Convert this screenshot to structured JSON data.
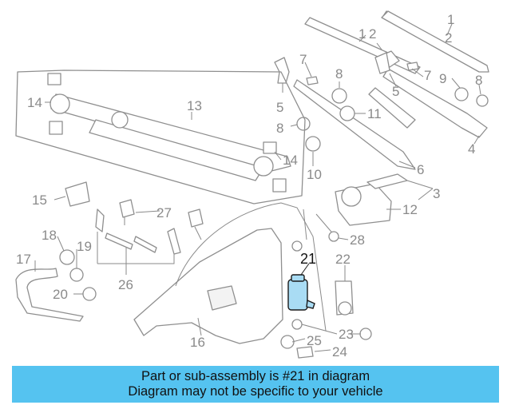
{
  "callouts": {
    "n1": "1",
    "n1b": "1",
    "n2": "2",
    "n2b": "2",
    "n3": "3",
    "n4": "4",
    "n5": "5",
    "n5b": "5",
    "n6": "6",
    "n7": "7",
    "n7b": "7",
    "n8": "8",
    "n8b": "8",
    "n8c": "8",
    "n9": "9",
    "n10": "10",
    "n11": "11",
    "n12": "12",
    "n13": "13",
    "n14": "14",
    "n14b": "14",
    "n15": "15",
    "n16": "16",
    "n17": "17",
    "n18": "18",
    "n19": "19",
    "n20": "20",
    "n21": "21",
    "n22": "22",
    "n23": "23",
    "n24": "24",
    "n25": "25",
    "n26": "26",
    "n27": "27",
    "n28": "28"
  },
  "highlight_color": "#a9dcf4",
  "banner": {
    "line1": "Part or sub-assembly is #21 in diagram",
    "line2": "Diagram may not be specific to your vehicle",
    "background": "#55c3f0"
  }
}
